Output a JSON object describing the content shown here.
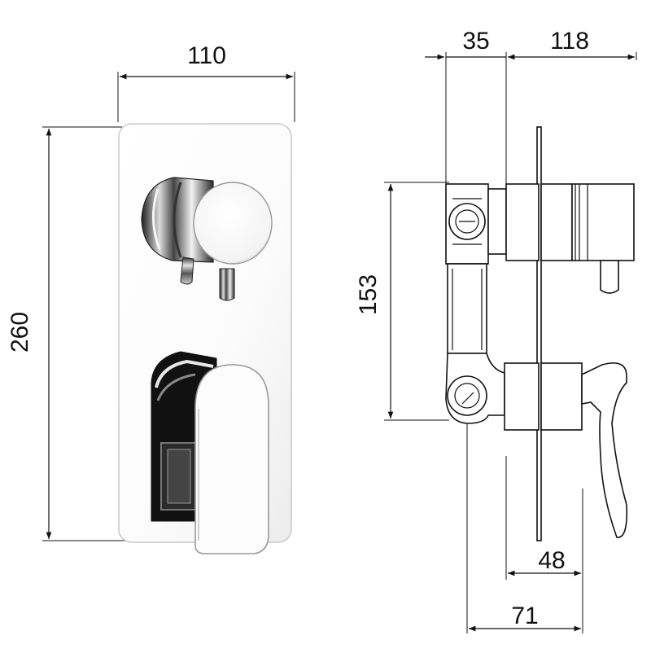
{
  "drawing": {
    "front_view": {
      "width_label": "110",
      "height_label": "260"
    },
    "side_view": {
      "top_left_label": "35",
      "top_right_label": "118",
      "vertical_label": "153",
      "bottom_inner_label": "48",
      "bottom_outer_label": "71"
    },
    "colors": {
      "line": "#111111",
      "chrome_dark": "#1a1a1a",
      "chrome_mid": "#7a7a7a",
      "background": "#ffffff"
    }
  }
}
